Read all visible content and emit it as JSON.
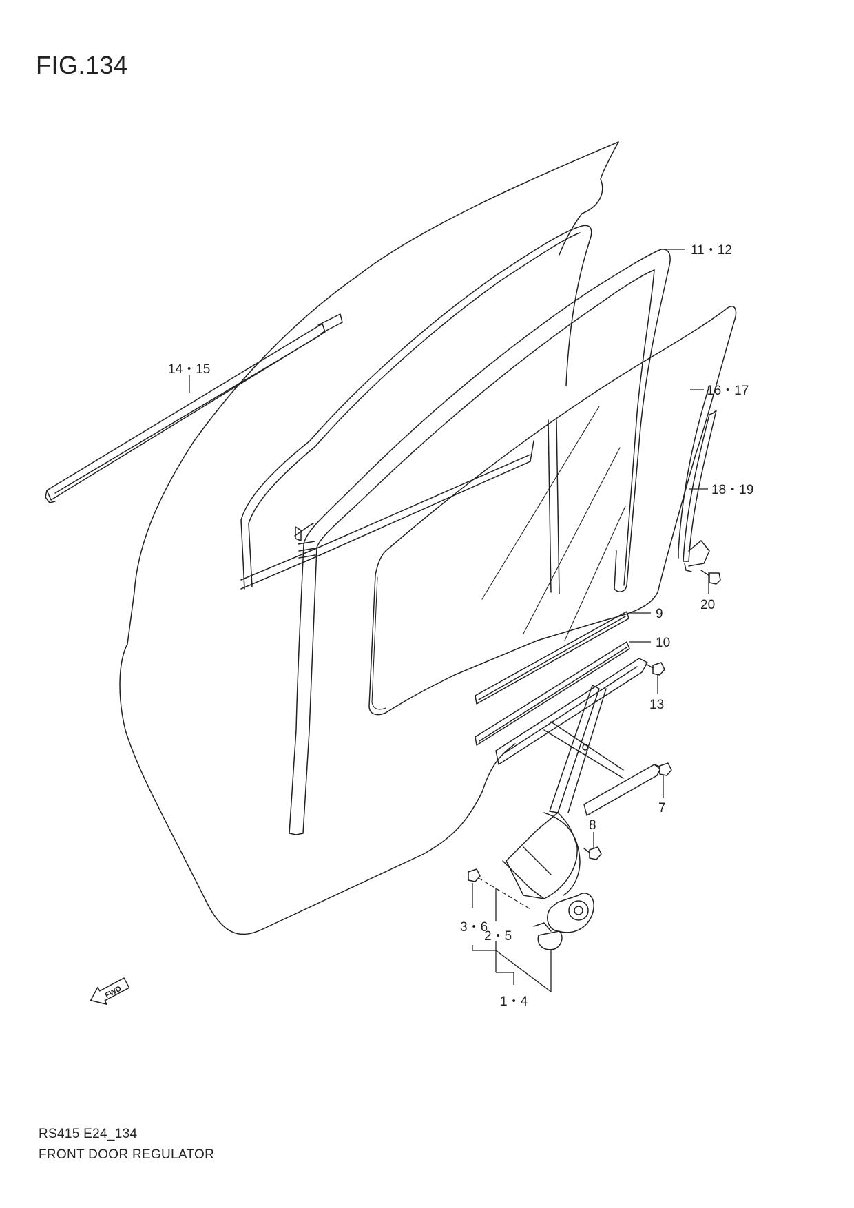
{
  "figure": {
    "title": "FIG.134"
  },
  "footer": {
    "code": "RS415 E24_134",
    "name": "FRONT DOOR REGULATOR"
  },
  "arrow": {
    "label": "FWD"
  },
  "callouts": {
    "c11_12": "11・12",
    "c14_15": "14・15",
    "c16_17": "16・17",
    "c18_19": "18・19",
    "c20": "20",
    "c9": "9",
    "c10": "10",
    "c13": "13",
    "c7": "7",
    "c8": "8",
    "c3_6": "3・6",
    "c2_5": "2・5",
    "c1_4": "1・4"
  }
}
